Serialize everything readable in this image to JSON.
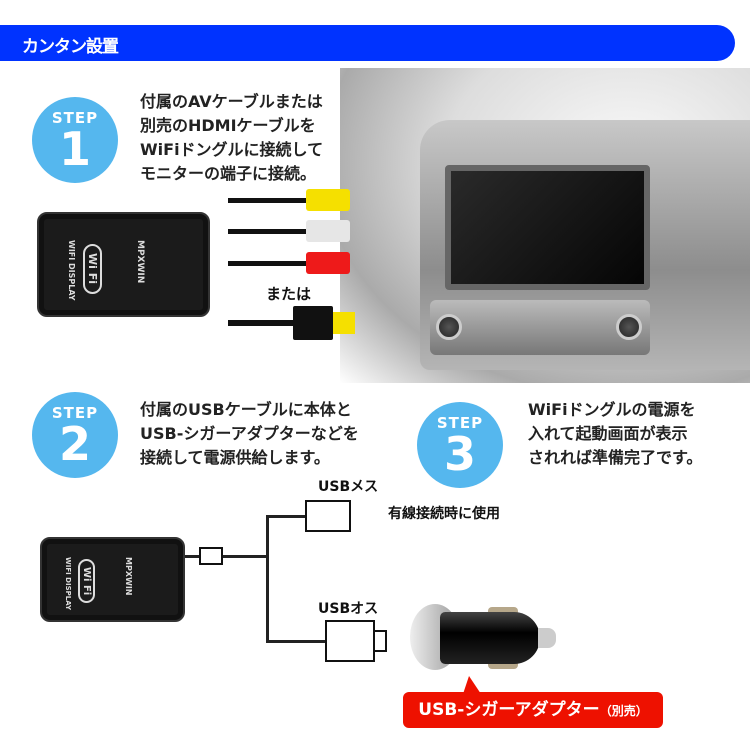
{
  "header": {
    "title": "カンタン設置"
  },
  "steps": [
    {
      "label": "STEP",
      "number": "1",
      "lines": [
        "付属のAVケーブルまたは",
        "別売のHDMIケーブルを",
        "WiFiドングルに接続して",
        "モニターの端子に接続。"
      ]
    },
    {
      "label": "STEP",
      "number": "2",
      "lines": [
        "付属のUSBケーブルに本体と",
        "USB-シガーアダプターなどを",
        "接続して電源供給します。"
      ]
    },
    {
      "label": "STEP",
      "number": "3",
      "lines": [
        "WiFiドングルの電源を",
        "入れて起動画面が表示",
        "されれば準備完了です。"
      ]
    }
  ],
  "step1_diagram": {
    "or_label": "または"
  },
  "device": {
    "brand": "MPXWIN",
    "model": "WIFI DISPLAY",
    "logo": "Wi Fi"
  },
  "step2_diagram": {
    "usb_female_label": "USBメス",
    "usb_female_note": "有線接続時に使用",
    "usb_male_label": "USBオス",
    "adapter_label": "USB-シガーアダプター",
    "adapter_note": "（別売）"
  },
  "colors": {
    "header": "#0033ff",
    "step_circle": "#55b7ee",
    "adapter_label": "#ee1100"
  }
}
